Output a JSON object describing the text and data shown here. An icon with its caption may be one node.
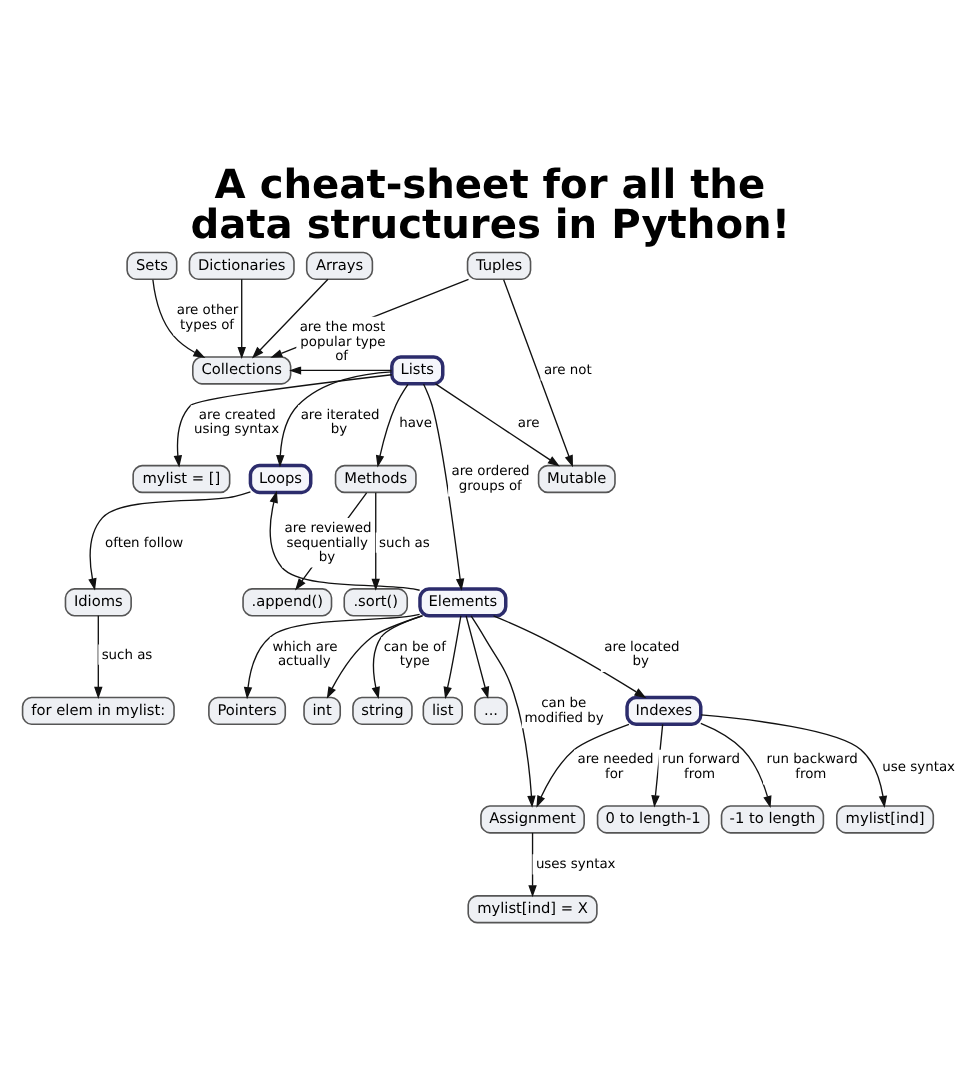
{
  "diagram": {
    "title": "A cheat-sheet for all the data structures in Python!",
    "nodes": [
      {
        "text": [
          "Arrays"
        ]
      },
      {
        "text": [
          "Sets"
        ]
      },
      {
        "text": [
          "Dictionaries"
        ]
      },
      {
        "text": [
          "Tuples"
        ]
      },
      {
        "text": [
          "Collections"
        ]
      },
      {
        "text": [
          "Lists"
        ]
      },
      {
        "text": [
          "Mutable"
        ]
      },
      {
        "text": [
          "mylist = []"
        ]
      },
      {
        "text": [
          "Idioms"
        ]
      },
      {
        "text": [
          "Loops"
        ]
      },
      {
        "text": [
          "Methods"
        ]
      },
      {
        "text": [
          "Elements"
        ]
      },
      {
        "text": [
          ".sort()"
        ]
      },
      {
        "text": [
          "for elem in mylist:"
        ]
      },
      {
        "text": [
          ".append()"
        ]
      },
      {
        "text": [
          "mylist[ind]"
        ]
      },
      {
        "text": [
          "Indexes"
        ]
      },
      {
        "text": [
          "Pointers"
        ]
      },
      {
        "text": [
          "int"
        ]
      },
      {
        "text": [
          "string"
        ]
      },
      {
        "text": [
          "list"
        ]
      },
      {
        "text": [
          "..."
        ]
      },
      {
        "text": [
          "0 to length-1"
        ]
      },
      {
        "text": [
          "-1 to length"
        ]
      },
      {
        "text": [
          "Assignment"
        ]
      },
      {
        "text": [
          "mylist[ind] = X"
        ]
      }
    ],
    "edges": [
      {
        "from": 0,
        "to": 4,
        "arrow": "to"
      },
      {
        "from": 1,
        "to": 4,
        "arrow": "to",
        "label": "are other types of"
      },
      {
        "from": 2,
        "to": 4,
        "arrow": "to"
      },
      {
        "from": 3,
        "to": 4,
        "arrow": "to"
      },
      {
        "from": 5,
        "to": 4,
        "arrow": "to",
        "label": "are the most popular type of"
      },
      {
        "from": 5,
        "to": 6,
        "arrow": "to",
        "label": "are"
      },
      {
        "from": 3,
        "to": 6,
        "arrow": "to",
        "label": "are not"
      },
      {
        "from": 5,
        "to": 7,
        "arrow": "to",
        "label": "are created using syntax"
      },
      {
        "from": 5,
        "to": 9,
        "arrow": "to",
        "label": "are iterated by"
      },
      {
        "from": 5,
        "to": 11,
        "arrow": "to",
        "label": "are ordered groups of"
      },
      {
        "from": 5,
        "to": 10,
        "arrow": "to",
        "label": "have"
      },
      {
        "from": 9,
        "to": 8,
        "arrow": "to",
        "label": "often follow"
      },
      {
        "from": 8,
        "to": 13,
        "arrow": "to",
        "label": "such as"
      },
      {
        "from": 10,
        "to": 12,
        "arrow": "to",
        "label": "such as"
      },
      {
        "from": 10,
        "to": 14,
        "arrow": "to"
      },
      {
        "from": 11,
        "to": 9,
        "arrow": "to",
        "label": "are reviewed sequentially by"
      },
      {
        "from": 11,
        "to": 16,
        "arrow": "to",
        "label": "are located by"
      },
      {
        "from": 11,
        "to": 24,
        "arrow": "to",
        "label": "can be modified by"
      },
      {
        "from": 11,
        "to": 17,
        "arrow": "to",
        "label": "which are actually"
      },
      {
        "from": 11,
        "to": 18,
        "arrow": "to"
      },
      {
        "from": 11,
        "to": 19,
        "arrow": "to",
        "label": "can be of type"
      },
      {
        "from": 11,
        "to": 20,
        "arrow": "to"
      },
      {
        "from": 11,
        "to": 21,
        "arrow": "to"
      },
      {
        "from": 16,
        "to": 15,
        "arrow": "to",
        "label": "use syntax"
      },
      {
        "from": 16,
        "to": 22,
        "arrow": "to",
        "label": "run forward from"
      },
      {
        "from": 16,
        "to": 23,
        "arrow": "to",
        "label": "run backward from"
      },
      {
        "from": 16,
        "to": 24,
        "arrow": "to",
        "label": "are needed for"
      },
      {
        "from": 24,
        "to": 25,
        "arrow": "to",
        "label": "uses syntax"
      }
    ]
  }
}
